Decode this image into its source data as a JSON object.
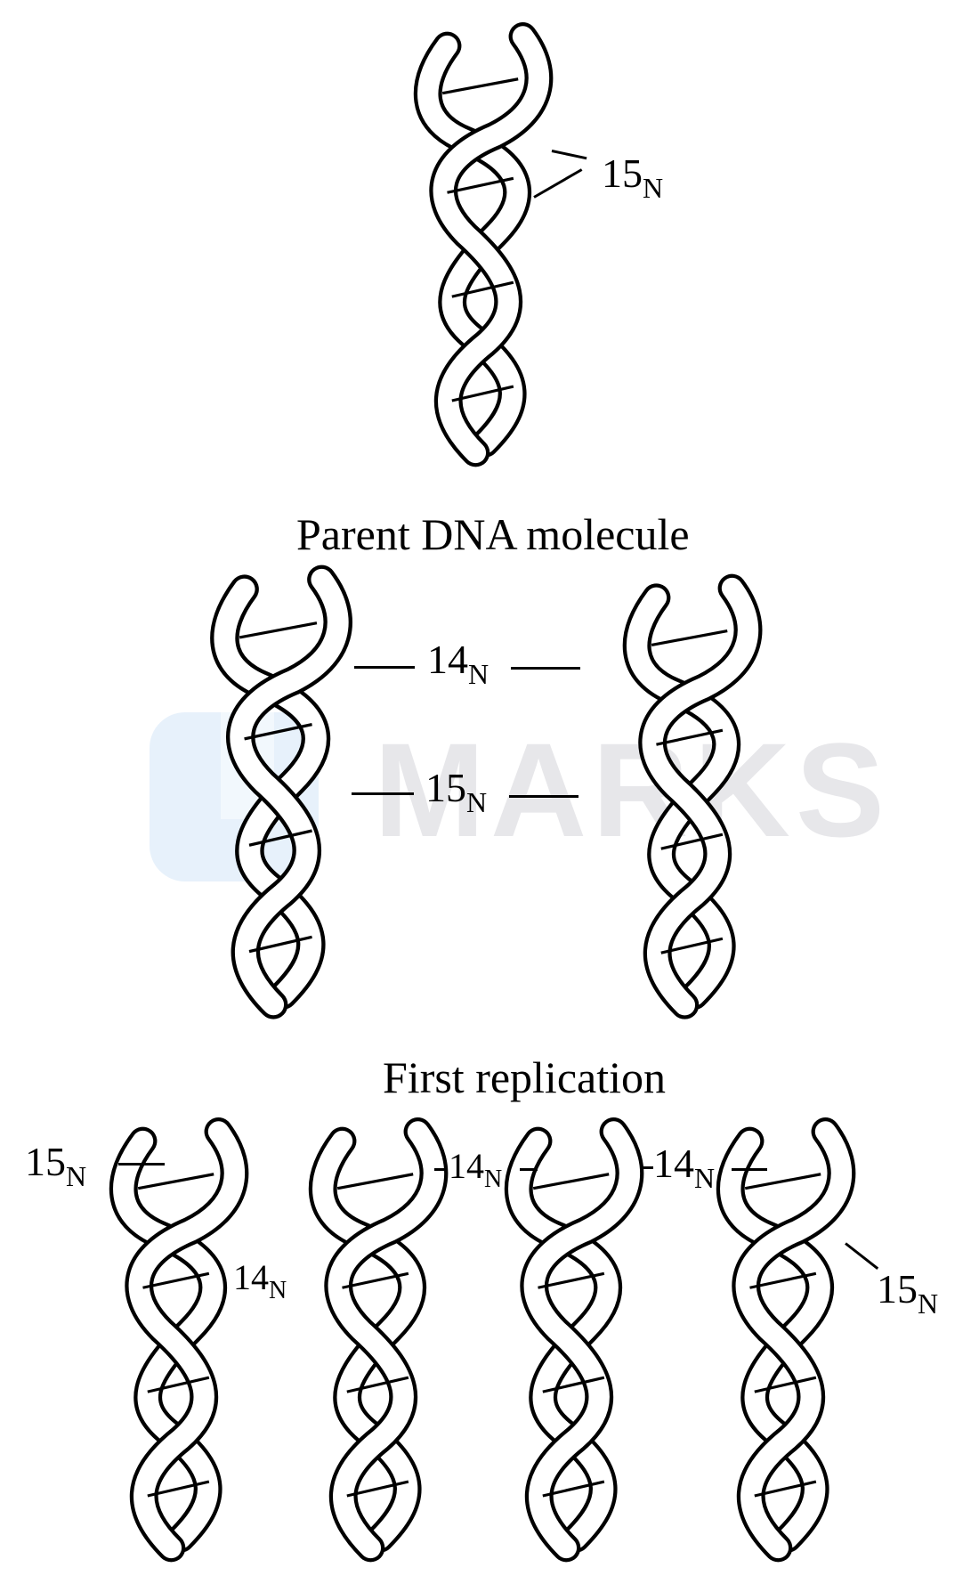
{
  "watermark": {
    "text": "MARKS",
    "logo_color": "#e4f0fb",
    "text_color": "#e7e7ea"
  },
  "stages": {
    "parent": {
      "caption": "Parent DNA molecule",
      "labels": [
        {
          "isotope": "15",
          "element": "N"
        }
      ]
    },
    "first_replication_top": {
      "labels": [
        {
          "isotope": "14",
          "element": "N"
        },
        {
          "isotope": "15",
          "element": "N"
        }
      ]
    },
    "first_replication": {
      "caption": "First replication"
    },
    "second_replication": {
      "labels": [
        {
          "isotope": "15",
          "element": "N"
        },
        {
          "isotope": "14",
          "element": "N"
        },
        {
          "isotope": "14",
          "element": "N"
        },
        {
          "isotope": "14",
          "element": "N"
        },
        {
          "isotope": "15",
          "element": "N"
        }
      ]
    }
  }
}
